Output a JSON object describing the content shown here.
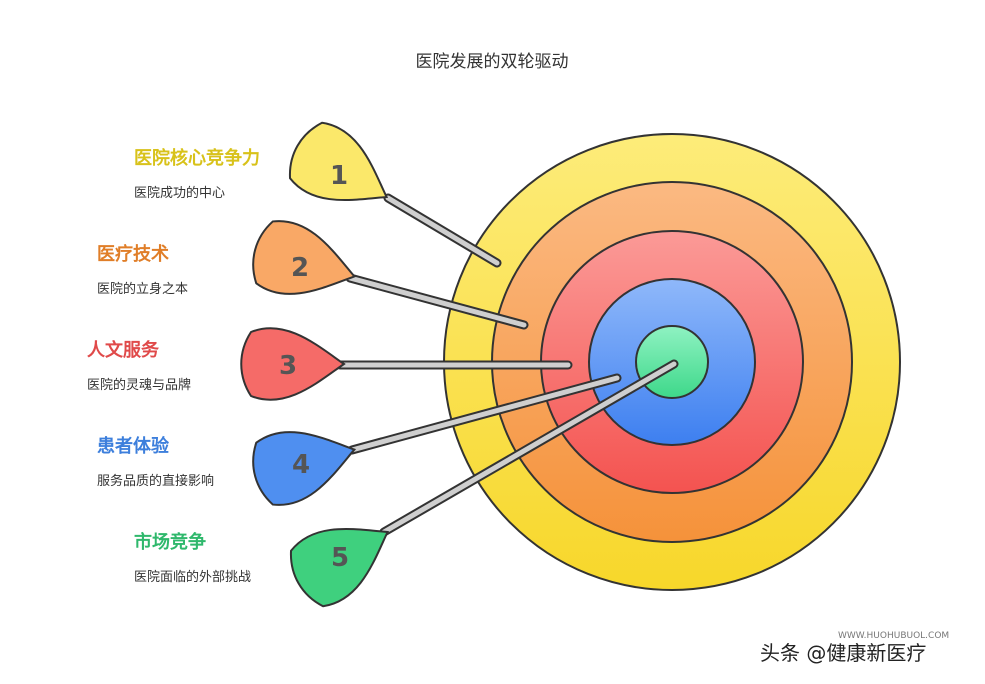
{
  "title": "医院发展的双轮驱动",
  "items": [
    {
      "num": "1",
      "title": "医院核心竞争力",
      "desc": "医院成功的中心",
      "color": "#d8c21a",
      "fill": "#fbe86a"
    },
    {
      "num": "2",
      "title": "医疗技术",
      "desc": "医院的立身之本",
      "color": "#e07e28",
      "fill": "#f9a866"
    },
    {
      "num": "3",
      "title": "人文服务",
      "desc": "医院的灵魂与品牌",
      "color": "#e04a4a",
      "fill": "#f56b68"
    },
    {
      "num": "4",
      "title": "患者体验",
      "desc": "服务品质的直接影响",
      "color": "#3d7fdc",
      "fill": "#4f8ff0"
    },
    {
      "num": "5",
      "title": "市场竞争",
      "desc": "医院面临的外部挑战",
      "color": "#2fb86c",
      "fill": "#3fd07e"
    }
  ],
  "rings": [
    {
      "name": "yellow",
      "color": "#fde24a"
    },
    {
      "name": "orange",
      "color": "#f9a254"
    },
    {
      "name": "red",
      "color": "#f76663"
    },
    {
      "name": "blue",
      "color": "#5b94f2"
    },
    {
      "name": "green",
      "color": "#5ae6a0"
    }
  ],
  "watermark": {
    "main": "头条 @健康新医疗",
    "url": "WWW.HUOHUBUOL.COM"
  }
}
